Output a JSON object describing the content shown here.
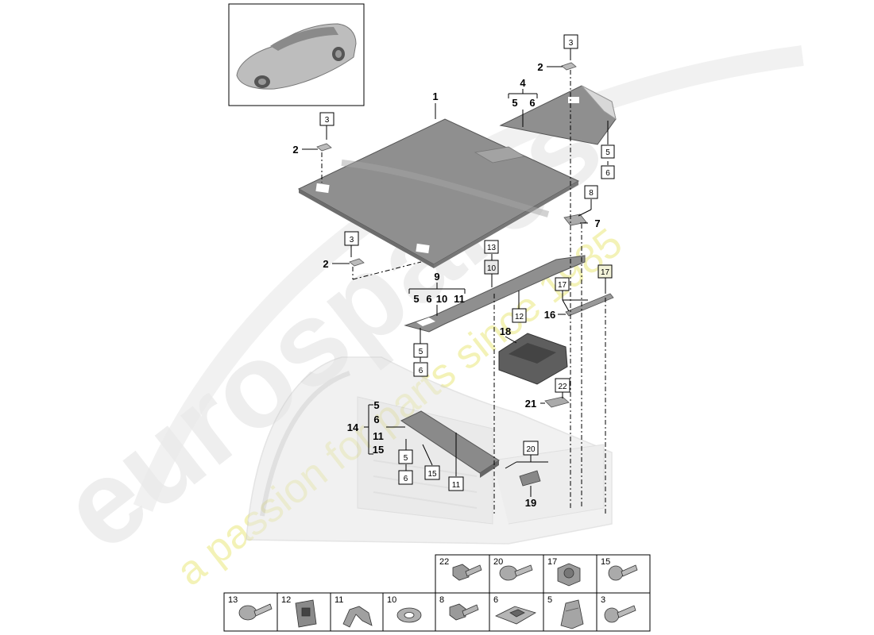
{
  "watermark": {
    "brand": "eurospares",
    "tagline": "a passion for parts since 1985",
    "brand_color": "#e9e9e9",
    "tagline_color": "#f1f0a6"
  },
  "callouts": {
    "c1": "1",
    "c2a": "2",
    "c2b": "2",
    "c2c": "2",
    "c4": "4",
    "c5a": "5",
    "c6a": "6",
    "c7": "7",
    "c9": "9",
    "c9_5": "5",
    "c9_6": "6",
    "c9_10": "10",
    "c9_11": "11",
    "c14": "14",
    "c14_5": "5",
    "c14_6": "6",
    "c14_11": "11",
    "c14_15": "15",
    "c16": "16",
    "c18": "18",
    "c19": "19",
    "c21": "21"
  },
  "boxes": {
    "b3a": "3",
    "b3b": "3",
    "b3c": "3",
    "b5a": "5",
    "b6a": "6",
    "b8": "8",
    "b13": "13",
    "b10": "10",
    "b12": "12",
    "b17a": "17",
    "b17b": "17",
    "b5b": "5",
    "b6b": "6",
    "b22": "22",
    "b20": "20",
    "b5c": "5",
    "b6c": "6",
    "b15": "15",
    "b11": "11"
  },
  "legend": {
    "row1": [
      "22",
      "20",
      "17",
      "15"
    ],
    "row2": [
      "13",
      "12",
      "11",
      "10",
      "8",
      "6",
      "5",
      "3"
    ]
  },
  "colors": {
    "panel": "#8f8f8f",
    "panel_dark": "#6d6d6d",
    "frame": "#cfcfcf",
    "line": "#000000"
  }
}
